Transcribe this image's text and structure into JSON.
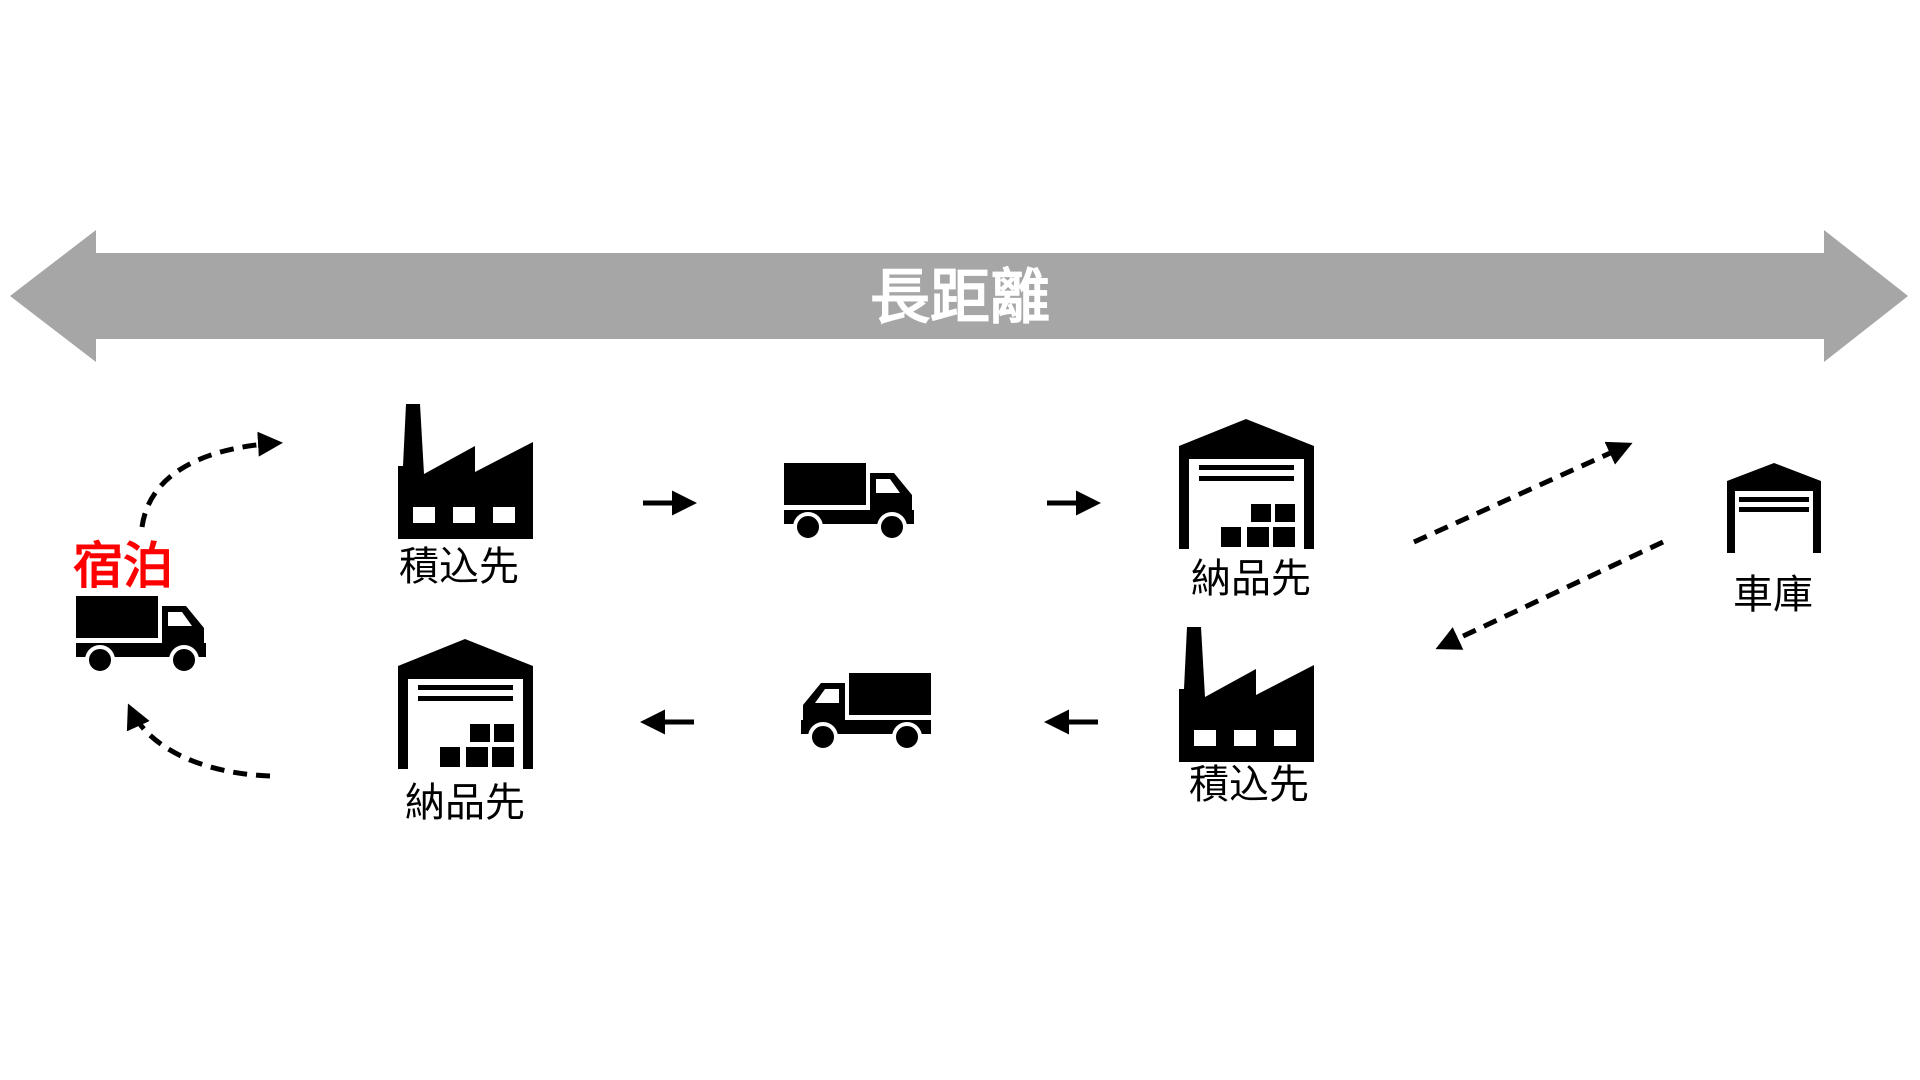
{
  "banner": {
    "label": "長距離",
    "color": "#a6a6a6",
    "text_color": "#ffffff"
  },
  "overnight": {
    "label": "宿泊",
    "color": "#ff0000"
  },
  "nodes": {
    "loading_1": "積込先",
    "delivery_1": "納品先",
    "garage": "車庫",
    "loading_2": "積込先",
    "delivery_2": "納品先"
  }
}
